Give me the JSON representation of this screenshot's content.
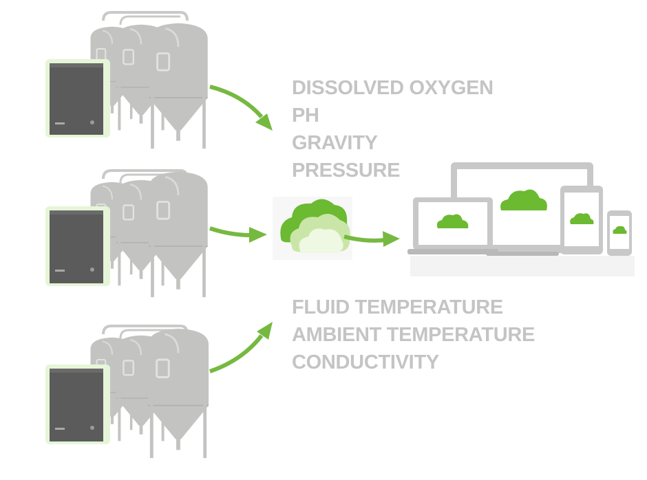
{
  "measurements_top": [
    "DISSOLVED OXYGEN",
    "PH",
    "GRAVITY",
    "PRESSURE"
  ],
  "measurements_bottom": [
    "FLUID TEMPERATURE",
    "AMBIENT TEMPERATURE",
    "CONDUCTIVITY"
  ],
  "colors": {
    "tank": "#c3c4c2",
    "tank_dark": "#a9aaa8",
    "device": "#5b5b5b",
    "device_glow": "#d2efb8",
    "arrow": "#76b941",
    "cloud_green": "#6cb932",
    "cloud_light": "#dff0cc",
    "screen_frame": "#c8c8c8",
    "label_text": "#c4c4c4"
  },
  "icons": [
    "fermenter-tank-icon",
    "sensor-device-icon",
    "flow-arrow-icon",
    "cloud-icon",
    "laptop-icon",
    "desktop-monitor-icon",
    "tablet-icon",
    "phone-icon"
  ]
}
